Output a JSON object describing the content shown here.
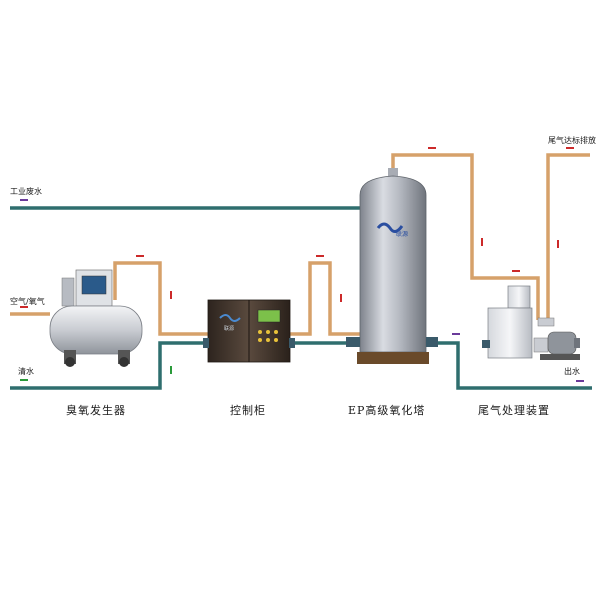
{
  "labels": {
    "industrial_wastewater": "工业废水",
    "air_oxygen": "空气/氧气",
    "clean_water": "清水",
    "exhaust_discharge": "尾气达标排放",
    "outlet_water": "出水"
  },
  "captions": {
    "ozone_generator": "臭氧发生器",
    "control_cabinet": "控制柜",
    "oxidation_tower": "EP高级氧化塔",
    "exhaust_treatment": "尾气处理装置"
  },
  "tower_logo_text": "联源",
  "cabinet_logo_text": "联源",
  "colors": {
    "water_pipe": "#2f6e6e",
    "gas_pipe": "#d6a16a",
    "arrow_red": "#cc2a2a",
    "arrow_green": "#2a9a3a",
    "arrow_purple": "#6a3a9a",
    "tower_body": "#a8acb4",
    "cabinet_body": "#4a3a30"
  }
}
